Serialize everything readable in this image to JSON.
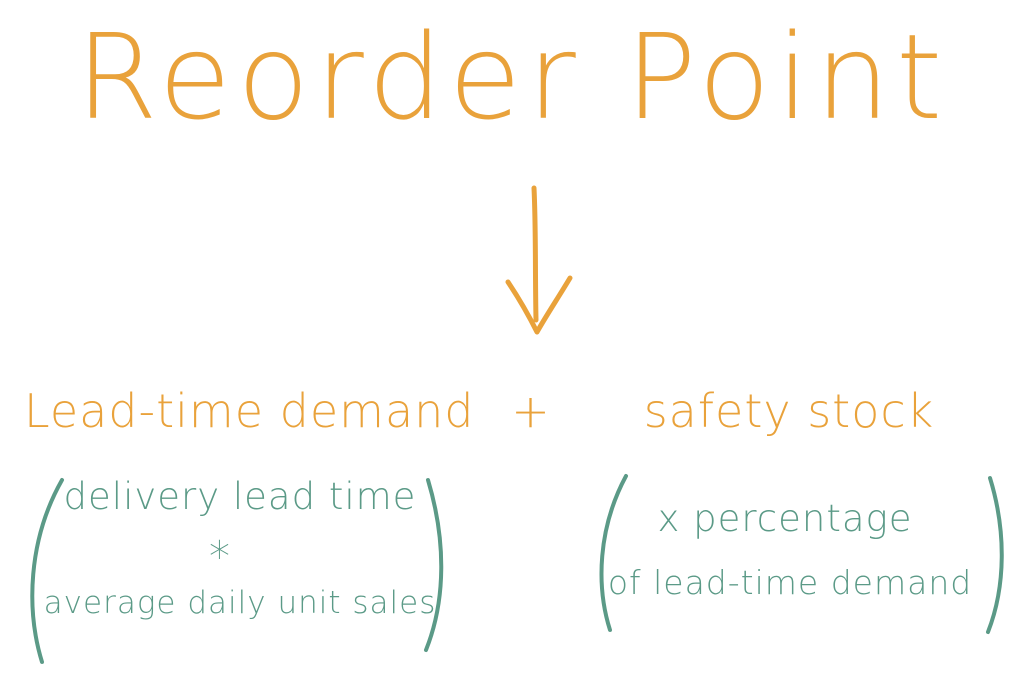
{
  "colors": {
    "orange": "#E9A23B",
    "green": "#5B9A87",
    "background": "#FFFFFF"
  },
  "title": "Reorder Point",
  "arrow_icon": "arrow-down-icon",
  "terms": {
    "left": "Lead-time demand",
    "operator": "+",
    "right": "safety stock"
  },
  "left_formula": {
    "line1": "delivery lead time",
    "operator": "*",
    "line2": "average daily unit sales"
  },
  "right_formula": {
    "line1": "x  percentage",
    "line2": "of lead-time demand"
  }
}
